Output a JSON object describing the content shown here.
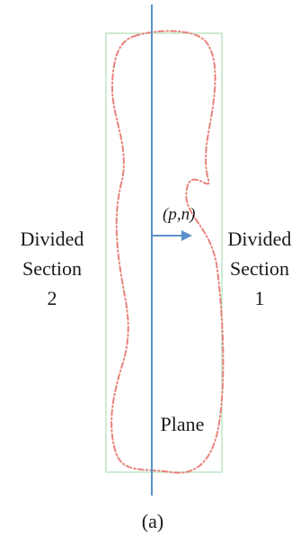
{
  "labels": {
    "vector": "(p,n)",
    "section_left": [
      "Divided",
      "Section",
      "2"
    ],
    "section_right": [
      "Divided",
      "Section",
      "1"
    ],
    "plane": "Plane",
    "caption": "(a)"
  },
  "colors": {
    "outline": "#e8837c",
    "box": "#bfe6c2",
    "plane_line": "#5b8fcb",
    "text": "#1a1a1a"
  }
}
